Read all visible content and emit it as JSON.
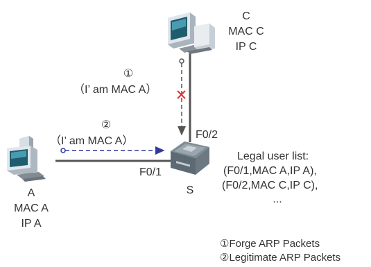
{
  "nodes": {
    "c": {
      "name": "C",
      "mac": "MAC C",
      "ip": "IP C"
    },
    "a": {
      "name": "A",
      "mac": "MAC A",
      "ip": "IP A"
    },
    "s": {
      "name": "S"
    }
  },
  "ports": {
    "f01": "F0/1",
    "f02": "F0/2"
  },
  "messages": {
    "forge": {
      "num": "①",
      "text": "（I’ am MAC A）"
    },
    "legit": {
      "num": "②",
      "text": "（I’ am MAC A）"
    }
  },
  "legal_list": {
    "title": "Legal user list:",
    "rows": [
      "(F0/1,MAC A,IP A),",
      "(F0/2,MAC C,IP C),",
      "..."
    ]
  },
  "legend": [
    "①Forge ARP Packets",
    "②Legitimate ARP Packets"
  ],
  "colors": {
    "forge_arrow": "#555555",
    "legit_arrow": "#2f3a9c",
    "block_mark": "#e03030",
    "link": "#555555"
  }
}
